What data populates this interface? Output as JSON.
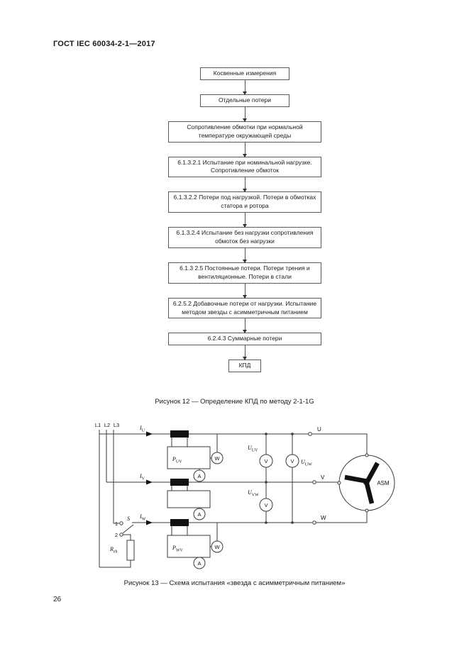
{
  "page": {
    "header": "ГОСТ IEC 60034-2-1—2017",
    "page_number": "26"
  },
  "figure12": {
    "caption": "Рисунок 12 — Определение КПД по методу 2-1-1G",
    "boxes": [
      "Косвенные измерения",
      "Отдельные потери",
      "Сопротивление обмотки при нормальной температуре окружающей среды",
      "6.1.3.2.1 Испытание при номинальной нагрузке. Сопротивление обмоток",
      "6.1.3.2.2 Потери под нагрузкой. Потери в обмотках статора и ротора",
      "6.1.3.2.4 Испытание без нагрузки сопротивления обмоток без нагрузки",
      "6.1.3 2.5 Постоянные потери. Потери трения и вентиляционные. Потери в стали",
      "6.2.5.2 Добавочные потери от нагрузки. Испытание методом звезды с асимметричным питанием",
      "6.2.4.3 Суммарные потери",
      "КПД"
    ]
  },
  "figure13": {
    "caption": "Рисунок 13 — Схема испытания «звезда с асимметричным питанием»",
    "labels": {
      "l1": "L1",
      "l2": "L2",
      "l3": "L3",
      "current_symbol": "I",
      "current_u_sub": "U",
      "current_v_sub": "V",
      "current_w_sub": "W",
      "power_symbol": "P",
      "power_uv_sub": "UV",
      "power_wv_sub": "WV",
      "voltage_symbol": "U",
      "voltage_uv_sub": "UV",
      "voltage_uw_sub": "UW",
      "voltage_vw_sub": "VW",
      "ammeter": "A",
      "wattmeter": "W",
      "voltmeter": "V",
      "terminal_u": "U",
      "terminal_v": "V",
      "terminal_w": "W",
      "motor": "ASM",
      "switch": "S",
      "switch_pos_1": "1",
      "switch_pos_2": "2",
      "resistor_symbol": "R",
      "resistor_sub": "eh"
    }
  }
}
